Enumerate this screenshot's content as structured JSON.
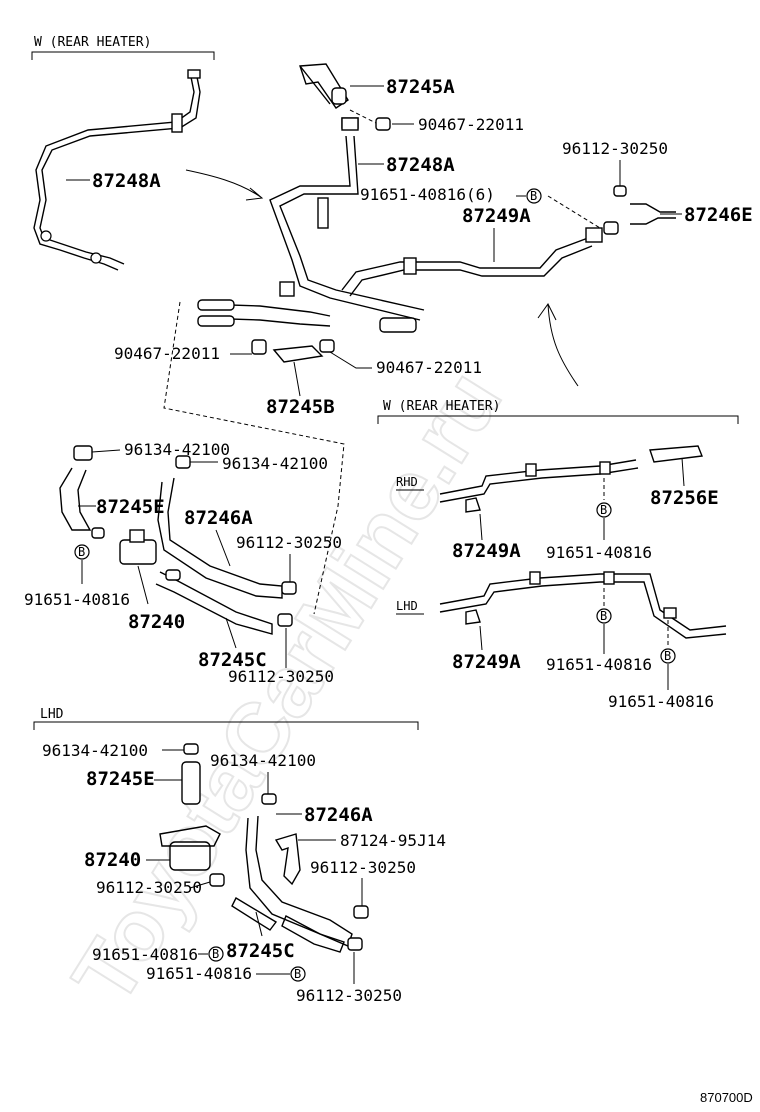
{
  "watermark": "ToyotaCarMine.ru",
  "diagram_code": "870700D",
  "headers": {
    "top_left": "W (REAR HEATER)",
    "right": "W (REAR HEATER)",
    "bottom": "LHD",
    "rhd_side": "RHD",
    "lhd_side": "LHD"
  },
  "bolt_symbol": "B",
  "labels": {
    "p87245A": "87245A",
    "p90467_top": "90467-22011",
    "p87248A_right": "87248A",
    "p87248A_left": "87248A",
    "p96112_top": "96112-30250",
    "p91651_six": "91651-40816(6)",
    "p87249A_top": "87249A",
    "p87246E": "87246E",
    "p90467_left": "90467-22011",
    "p90467_right": "90467-22011",
    "p87245B": "87245B",
    "p96134_a": "96134-42100",
    "p96134_b": "96134-42100",
    "p87245E_mid": "87245E",
    "p87246A_mid": "87246A",
    "p96112_mid": "96112-30250",
    "p91651_mid": "91651-40816",
    "p87240_mid": "87240",
    "p87245C_mid": "87245C",
    "p96112_mid2": "96112-30250",
    "p87256E": "87256E",
    "p87249A_rhd": "87249A",
    "p91651_rhd": "91651-40816",
    "p87249A_lhd": "87249A",
    "p91651_lhd": "91651-40816",
    "p91651_lhd2": "91651-40816",
    "p96134_bot_a": "96134-42100",
    "p87245E_bot": "87245E",
    "p96134_bot_b": "96134-42100",
    "p87246A_bot": "87246A",
    "p87124": "87124-95J14",
    "p87240_bot": "87240",
    "p96112_bot_a": "96112-30250",
    "p96112_bot_b": "96112-30250",
    "p91651_bot_a": "91651-40816",
    "p87245C_bot": "87245C",
    "p91651_bot_b": "91651-40816",
    "p96112_bot_c": "96112-30250"
  }
}
